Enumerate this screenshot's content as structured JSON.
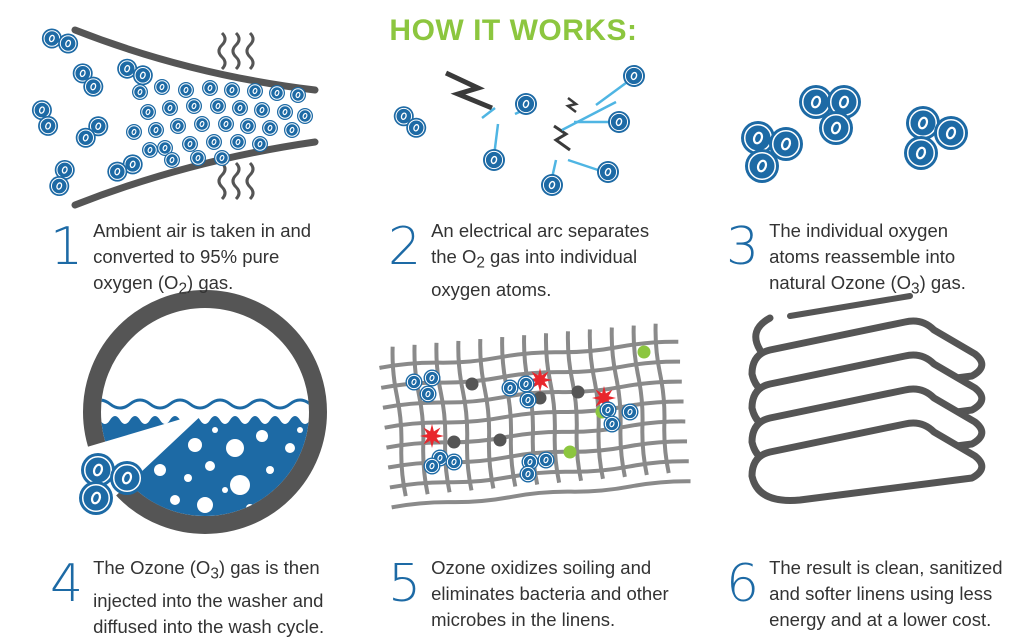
{
  "title": "HOW IT WORKS:",
  "colors": {
    "blue": "#1d6aa5",
    "green": "#8cc63f",
    "gray": "#555555",
    "red": "#e8262c"
  },
  "atom_label": "O",
  "steps": [
    {
      "number": "1",
      "text_pre": "Ambient air is taken in and\nconverted to 95% pure\noxygen (O",
      "sub": "2",
      "text_post": ") gas."
    },
    {
      "number": "2",
      "text_pre": "An electrical arc separates\nthe O",
      "sub": "2",
      "text_post": " gas into individual\noxygen atoms."
    },
    {
      "number": "3",
      "text_pre": "The individual oxygen\natoms reassemble into\nnatural Ozone (O",
      "sub": "3",
      "text_post": ") gas."
    },
    {
      "number": "4",
      "text_pre": "The Ozone (O",
      "sub": "3",
      "text_post": ") gas is then\ninjected into the washer and\ndiffused into the wash cycle."
    },
    {
      "number": "5",
      "text_pre": "Ozone oxidizes soiling and\neliminates bacteria and other\nmicrobes in the linens.",
      "sub": "",
      "text_post": ""
    },
    {
      "number": "6",
      "text_pre": "The result is clean, sanitized\nand softer linens using less\nenergy and at a lower cost.",
      "sub": "",
      "text_post": ""
    }
  ],
  "icons": {
    "panel1": "air-intake-funnel-icon",
    "panel2": "electrical-arc-icon",
    "panel3": "ozone-molecules-icon",
    "panel4": "washer-drum-icon",
    "panel5": "fabric-mesh-icon",
    "panel6": "folded-linens-icon"
  }
}
